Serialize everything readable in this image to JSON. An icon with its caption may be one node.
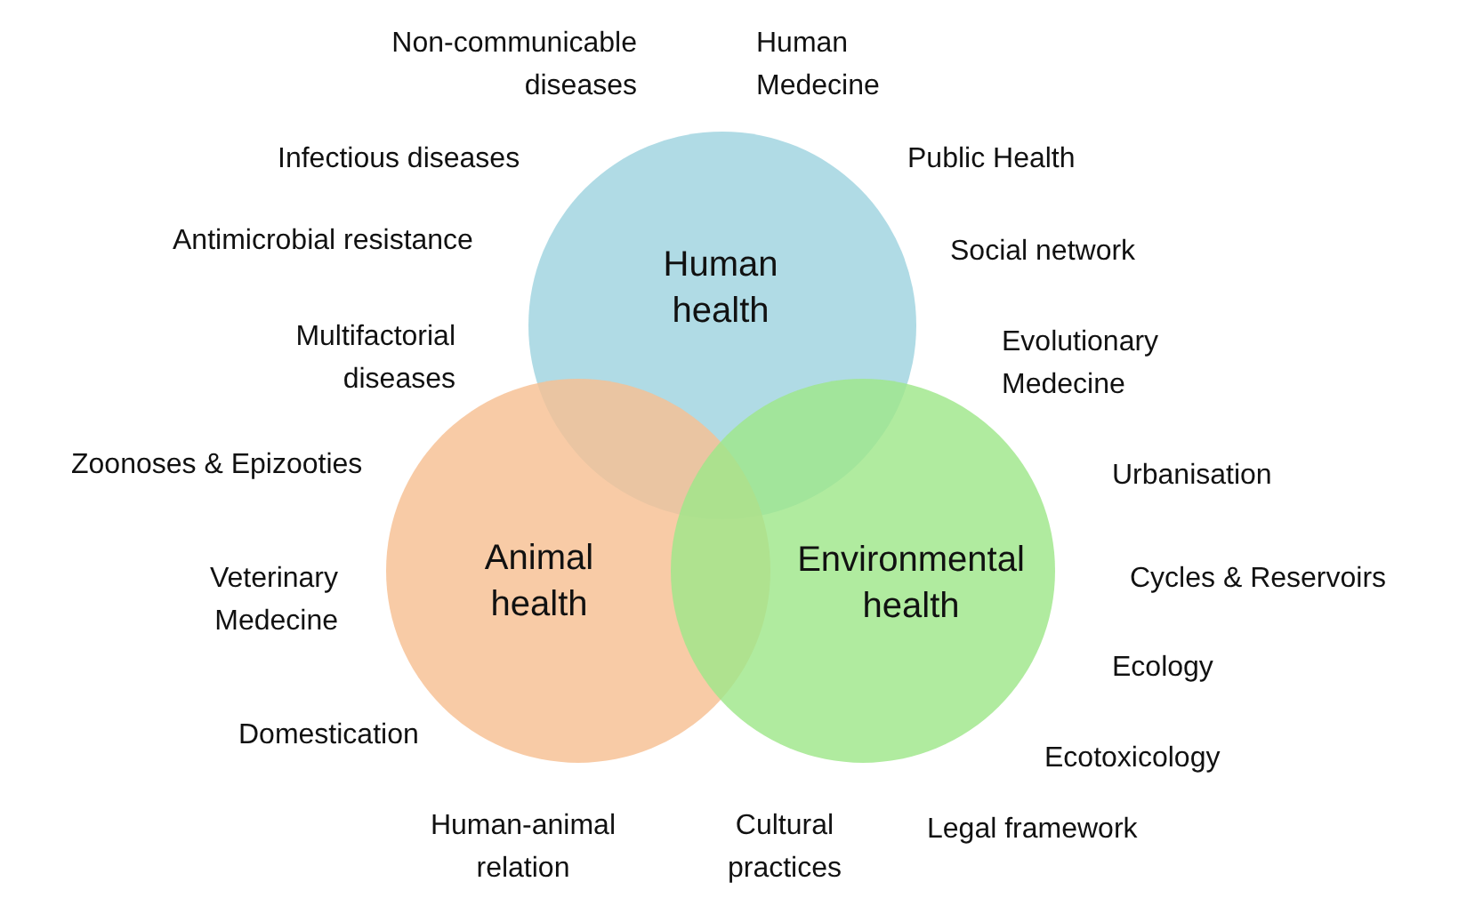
{
  "diagram": {
    "nodes": [
      {
        "text": [
          "Human health"
        ]
      },
      {
        "text": [
          "Animal health"
        ]
      },
      {
        "text": [
          "Environmental health"
        ]
      }
    ],
    "labels": [
      "Non-communicable diseases",
      "Human Medecine",
      "Infectious diseases",
      "Public Health",
      "Antimicrobial resistance",
      "Social network",
      "Multifactorial diseases",
      "Evolutionary Medecine",
      "Zoonoses & Epizooties",
      "Urbanisation",
      "Veterinary Medecine",
      "Cycles & Reservoirs",
      "Ecology",
      "Domestication",
      "Ecotoxicology",
      "Human-animal relation",
      "Cultural practices",
      "Legal framework"
    ]
  }
}
